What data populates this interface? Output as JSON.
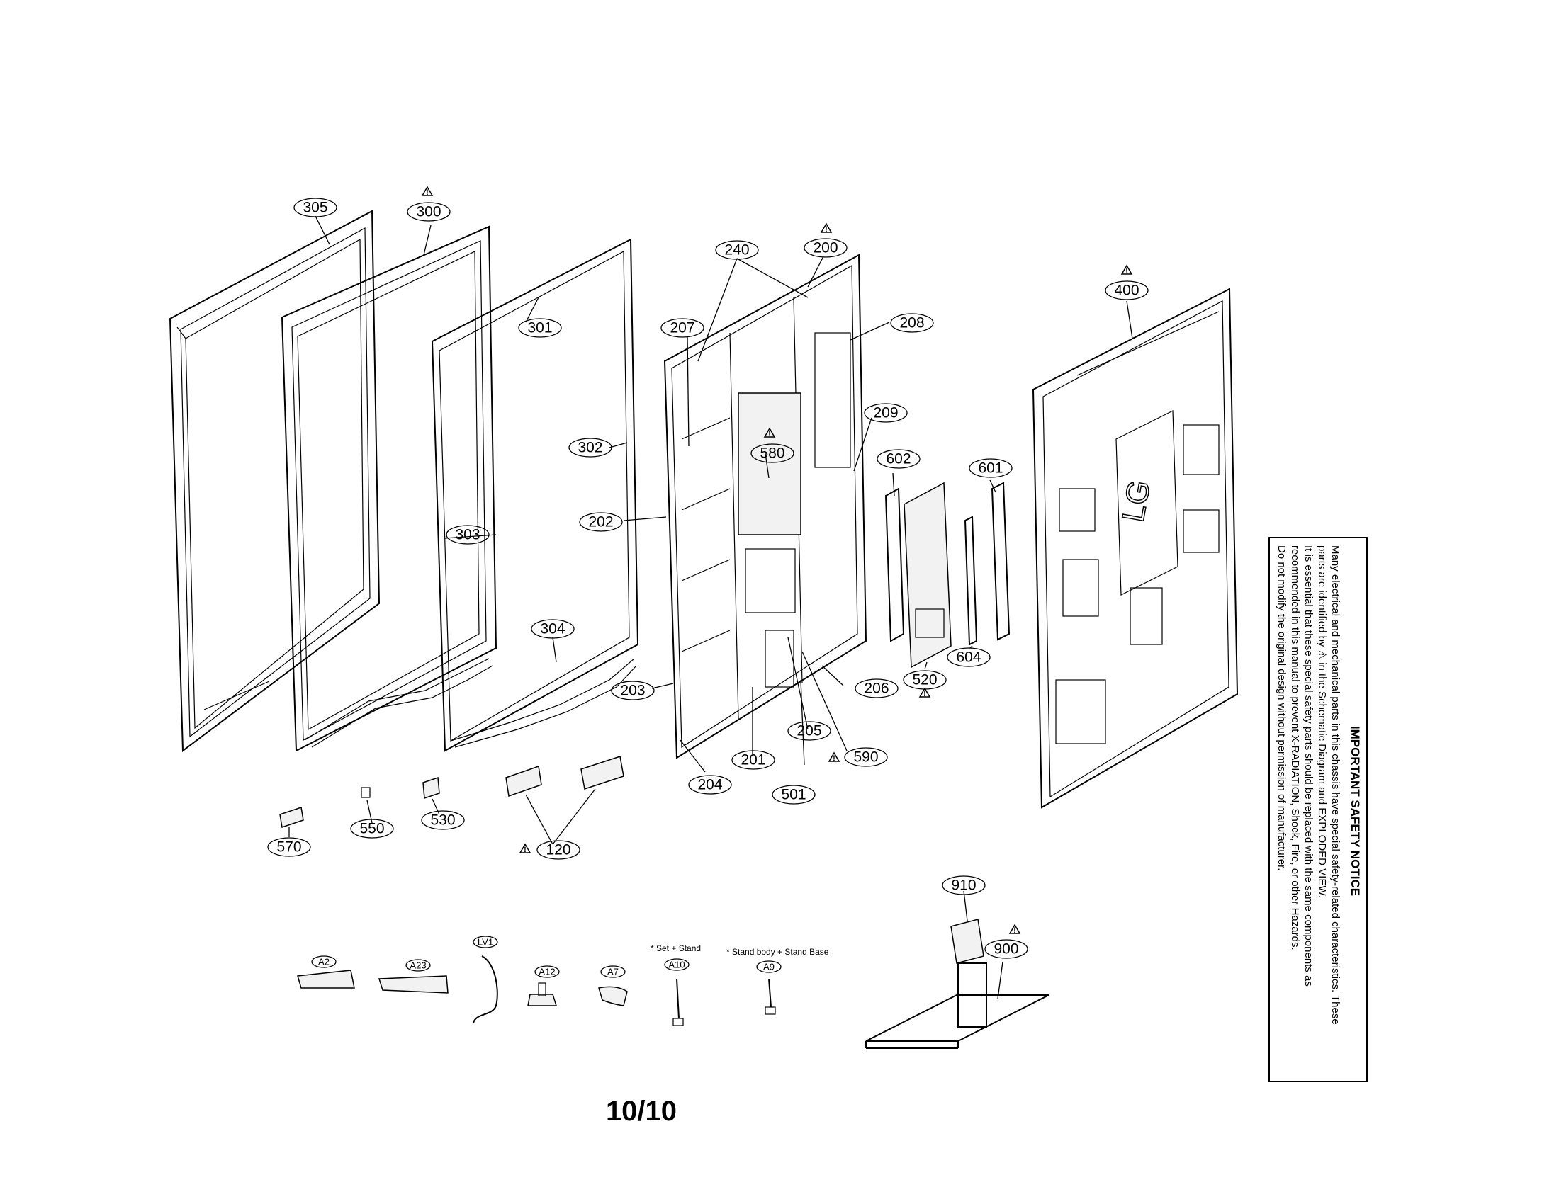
{
  "callouts": {
    "c305": "305",
    "c300": "300",
    "c301": "301",
    "c302": "302",
    "c303": "303",
    "c304": "304",
    "c240": "240",
    "c200": "200",
    "c207": "207",
    "c208": "208",
    "c209": "209",
    "c580": "580",
    "c202": "202",
    "c203": "203",
    "c204": "204",
    "c201": "201",
    "c205": "205",
    "c206": "206",
    "c501": "501",
    "c590": "590",
    "c602": "602",
    "c601": "601",
    "c604": "604",
    "c520": "520",
    "c400": "400",
    "c570": "570",
    "c550": "550",
    "c530": "530",
    "c120": "120",
    "c910": "910",
    "c900": "900",
    "cA2": "A2",
    "cA23": "A23",
    "cLV1": "LV1",
    "cA12": "A12",
    "cA7": "A7",
    "cA10": "A10",
    "cA9": "A9"
  },
  "accessory_notes": {
    "set_stand": "* Set + Stand",
    "stand_body": "* Stand body + Stand Base"
  },
  "rear_cover_logo": "LG",
  "page_number": "10/10",
  "safety_notice": {
    "title": "IMPORTANT SAFETY NOTICE",
    "lines": [
      "Many electrical and mechanical parts in this chassis have special safety-related characteristics. These",
      "parts are identified by ⚠ in the Schematic Diagram and EXPLODED VIEW.",
      "It is essential that these special safety parts should be replaced with the same components as",
      "recommended in this manual to prevent X-RADIATION, Shock, Fire, or other Hazards.",
      "Do not modify the original design without permission of manufacturer."
    ]
  }
}
